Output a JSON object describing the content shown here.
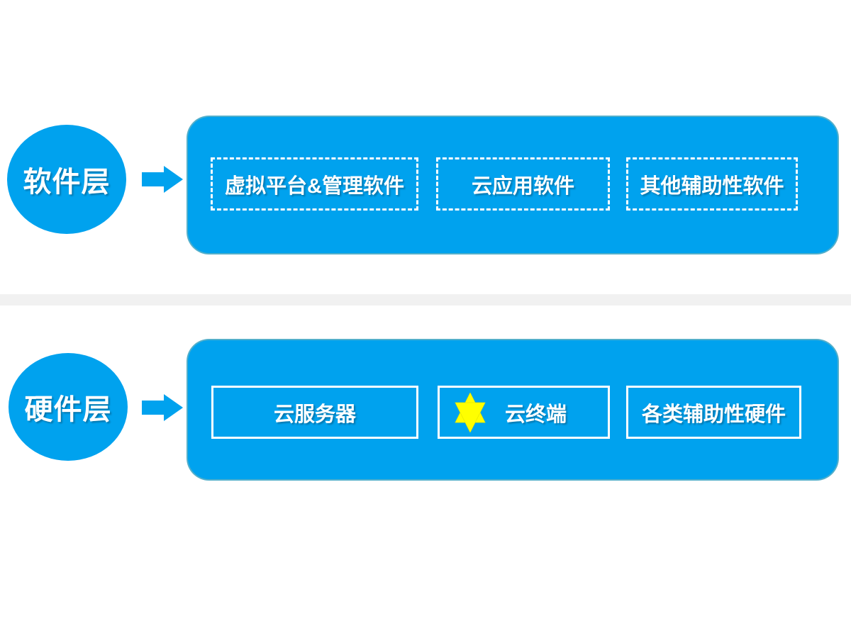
{
  "colors": {
    "primary_blue": "#00A2EE",
    "band_gray": "#F1F1F1",
    "star_yellow": "#FFFF00",
    "text_white": "#FFFFFF"
  },
  "layers": [
    {
      "id": "software",
      "circle_label": "软件层",
      "box_style": "dashed",
      "items": [
        {
          "label": "虚拟平台&管理软件"
        },
        {
          "label": "云应用软件"
        },
        {
          "label": "其他辅助性软件"
        }
      ]
    },
    {
      "id": "hardware",
      "circle_label": "硬件层",
      "box_style": "solid",
      "items": [
        {
          "label": "云服务器"
        },
        {
          "label": "云终端",
          "icon": "star-icon"
        },
        {
          "label": "各类辅助性硬件"
        }
      ]
    }
  ]
}
